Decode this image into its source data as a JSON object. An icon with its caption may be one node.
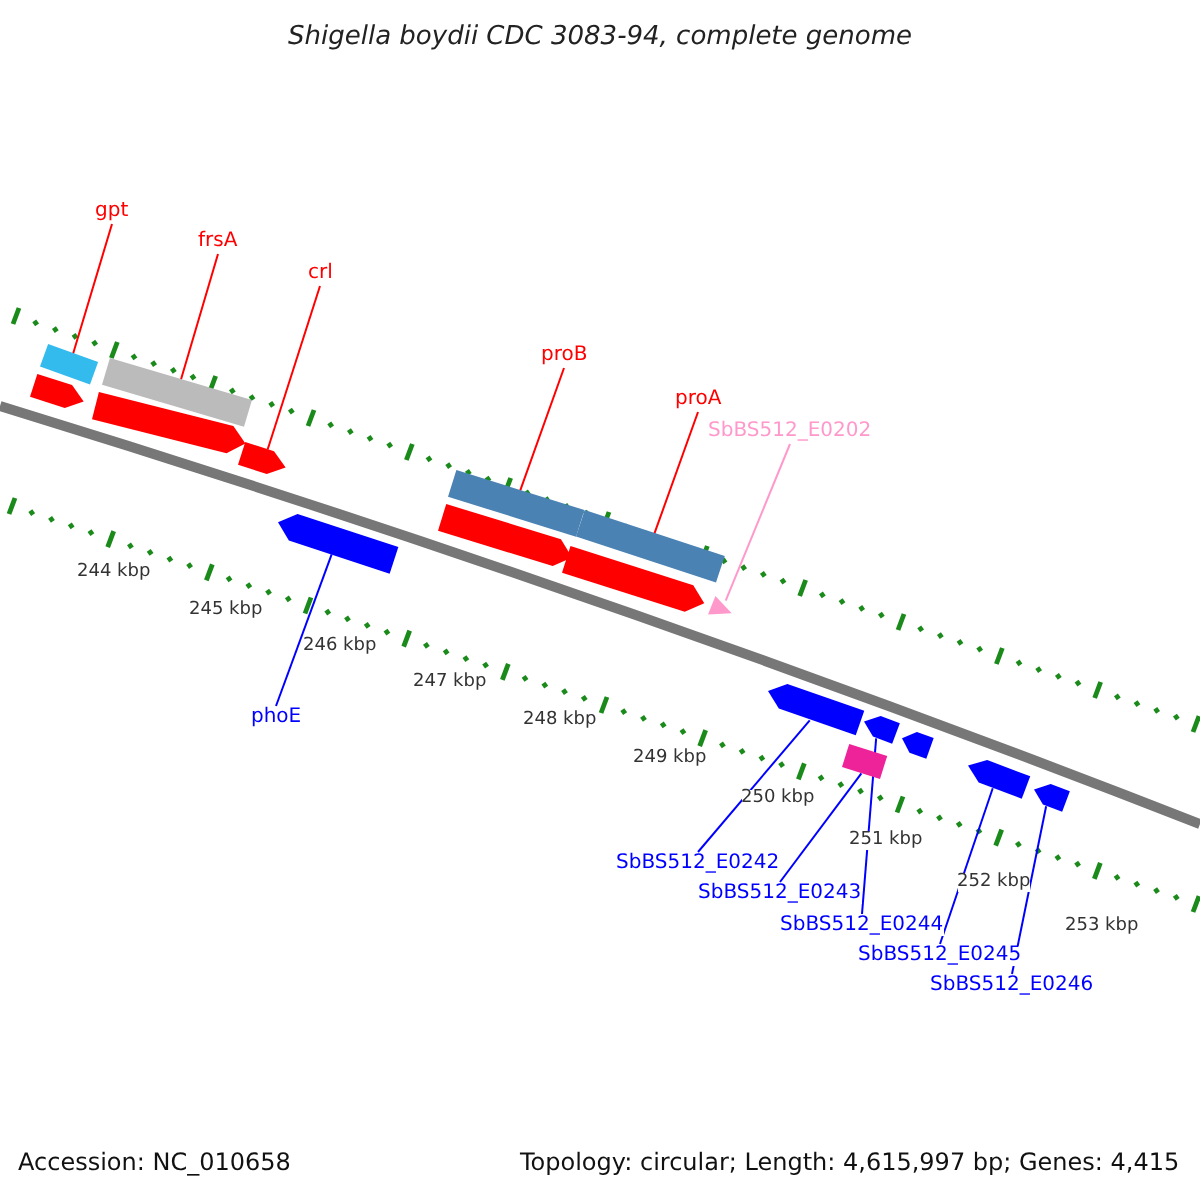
{
  "diagram": {
    "title": "Shigella boydii CDC 3083-94, complete genome",
    "nodes": [
      {
        "text": [
          "gpt"
        ]
      },
      {
        "text": [
          "frsA"
        ]
      },
      {
        "text": [
          "crl"
        ]
      },
      {
        "text": [
          "proB"
        ]
      },
      {
        "text": [
          "proA"
        ]
      },
      {
        "text": [
          "SbBS512_E0202"
        ]
      },
      {
        "text": [
          "phoE"
        ]
      },
      {
        "text": [
          "SbBS512_E0242"
        ]
      },
      {
        "text": [
          "SbBS512_E0243"
        ]
      },
      {
        "text": [
          "SbBS512_E0244"
        ]
      },
      {
        "text": [
          "SbBS512_E0245"
        ]
      },
      {
        "text": [
          "SbBS512_E0246"
        ]
      },
      {
        "text": [],
        "shape": "bar"
      },
      {
        "text": [],
        "shape": "bar"
      },
      {
        "text": [],
        "shape": "arrow"
      },
      {
        "text": [],
        "shape": "arrow"
      },
      {
        "text": [],
        "shape": "arrow"
      },
      {
        "text": [],
        "shape": "bar"
      },
      {
        "text": [],
        "shape": "bar"
      },
      {
        "text": [],
        "shape": "arrow"
      },
      {
        "text": [],
        "shape": "arrow"
      },
      {
        "text": [],
        "shape": "triangle"
      },
      {
        "text": [],
        "shape": "arrow"
      },
      {
        "text": [],
        "shape": "arrow"
      },
      {
        "text": [],
        "shape": "arrow"
      },
      {
        "text": [],
        "shape": "arrow"
      },
      {
        "text": [],
        "shape": "bar"
      },
      {
        "text": [],
        "shape": "arrow"
      },
      {
        "text": [],
        "shape": "arrow"
      }
    ],
    "edges": [
      {
        "from": 0,
        "to": 12,
        "arrow": "none",
        "color": "#ff0000"
      },
      {
        "from": 1,
        "to": 13,
        "arrow": "none",
        "color": "#ff0000"
      },
      {
        "from": 2,
        "to": 16,
        "arrow": "none",
        "color": "#ff0000"
      },
      {
        "from": 3,
        "to": 17,
        "arrow": "none",
        "color": "#ff0000"
      },
      {
        "from": 4,
        "to": 18,
        "arrow": "none",
        "color": "#ff0000"
      },
      {
        "from": 5,
        "to": 21,
        "arrow": "none",
        "color": "#ff99cc"
      },
      {
        "from": 6,
        "to": 22,
        "arrow": "none"
      },
      {
        "from": 7,
        "to": 23,
        "arrow": "none"
      },
      {
        "from": 8,
        "to": 26,
        "arrow": "none"
      },
      {
        "from": 9,
        "to": 24,
        "arrow": "none"
      },
      {
        "from": 10,
        "to": 27,
        "arrow": "none"
      },
      {
        "from": 11,
        "to": 28,
        "arrow": "none"
      }
    ],
    "labels": [
      "244 kbp",
      "245 kbp",
      "246 kbp",
      "247 kbp",
      "248 kbp",
      "249 kbp",
      "250 kbp",
      "251 kbp",
      "252 kbp",
      "253 kbp",
      "Accession: NC_010658",
      "Topology: circular; Length: 4,615,997 bp; Genes: 4,415"
    ]
  }
}
